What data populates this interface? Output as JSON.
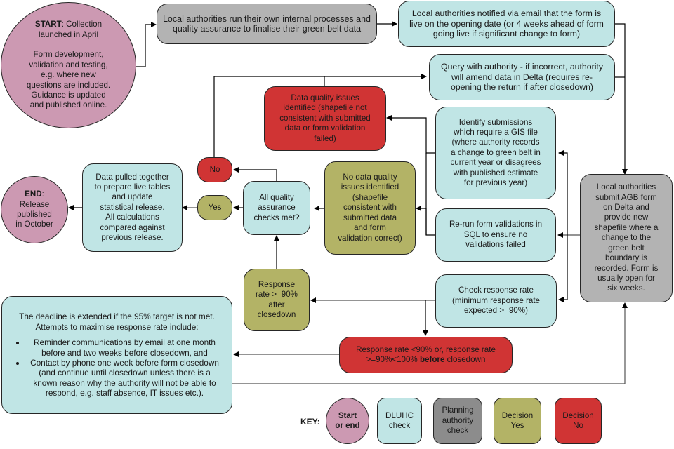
{
  "nodes": {
    "start": {
      "title": "START",
      "rest": ":  Collection\nlaunched in April\n\nForm development,\nvalidation and testing,\ne.g. where new\nquestions are included.\nGuidance is updated\nand published online."
    },
    "la_internal": {
      "text": "Local authorities run their own internal processes and\nquality assurance to finalise their green belt data"
    },
    "la_notified": {
      "text": "Local authorities notified via email that the form is\nlive on the opening date (or 4 weeks ahead of form\ngoing live if  significant change to form)"
    },
    "query": {
      "text": "Query with  authority - if incorrect, authority\nwill amend data  in Delta (requires re-\nopening the return if after closedown)"
    },
    "dq_issues": {
      "text": "Data quality issues\nidentified (shapefile not\nconsistent with submitted\ndata or form validation\nfailed)"
    },
    "identify_gis": {
      "text": "Identify submissions\nwhich require a GIS file\n(where authority records\na change to green belt  in\ncurrent year or disagrees\nwith published estimate\nfor previous year)"
    },
    "no": {
      "text": "No"
    },
    "data_pulled": {
      "text": "Data pulled together\nto prepare live tables\nand update\nstatistical release.\nAll calculations\ncompared against\nprevious release."
    },
    "yes": {
      "text": "Yes"
    },
    "qa_checks": {
      "text": "All quality\nassurance\nchecks met?"
    },
    "no_dq": {
      "text": "No data quality\nissues identified\n(shapefile\nconsistent with\nsubmitted data\nand form\nvalidation correct)"
    },
    "rerun": {
      "text": "Re-run form validations in\nSQL to ensure no\nvalidations failed"
    },
    "la_submit": {
      "text": "Local authorities\nsubmit AGB form\non Delta and\nprovide new\nshapefile where a\nchange to the\ngreen belt\nboundary is\nrecorded. Form is\nusually open for\nsix weeks."
    },
    "end": {
      "title": "END",
      "rest": ":\nRelease\npublished\nin October"
    },
    "response_after": {
      "text": "Response\nrate >=90%\nafter\nclosedown"
    },
    "check_response": {
      "text": "Check response rate\n(minimum response rate\nexpected >=90%)"
    },
    "deadline": {
      "intro": "The deadline is extended if the 95% target is not met. Attempts to maximise response rate include:",
      "bullets": [
        "Reminder communications by email at one month before and two weeks before closedown, and",
        "Contact by phone one week before form closedown (and continue until closedown unless there is a known reason why the authority will not be able to respond, e.g. staff absence, IT issues etc.)."
      ]
    },
    "response_below": {
      "pre": "Response rate <90%  or, response rate\n>=90%<100% ",
      "bold": "before",
      "post": " closedown"
    }
  },
  "key": {
    "label": "KEY:",
    "items": [
      {
        "label": "Start\nor end",
        "color": "#cc99b2"
      },
      {
        "label": "DLUHC\ncheck",
        "color": "#c0e5e5"
      },
      {
        "label": "Planning\nauthority\ncheck",
        "color": "#8c8c8c"
      },
      {
        "label": "Decision\nYes",
        "color": "#b3b366"
      },
      {
        "label": "Decision\nNo",
        "color": "#d03434"
      }
    ]
  }
}
